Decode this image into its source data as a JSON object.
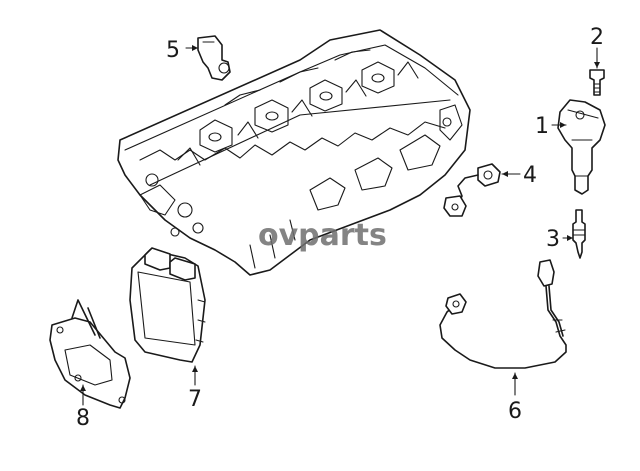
{
  "watermark": "ovparts",
  "callouts": [
    {
      "id": "1",
      "part": "ignition-coil"
    },
    {
      "id": "2",
      "part": "coil-bolt"
    },
    {
      "id": "3",
      "part": "spark-plug"
    },
    {
      "id": "4",
      "part": "sensor-with-harness"
    },
    {
      "id": "5",
      "part": "sensor-bracket"
    },
    {
      "id": "6",
      "part": "knock-sensor-harness"
    },
    {
      "id": "7",
      "part": "engine-control-unit"
    },
    {
      "id": "8",
      "part": "ecu-bracket"
    }
  ],
  "colors": {
    "line": "#1a1a1a",
    "background": "#ffffff",
    "watermark": "#6f6f6f"
  }
}
